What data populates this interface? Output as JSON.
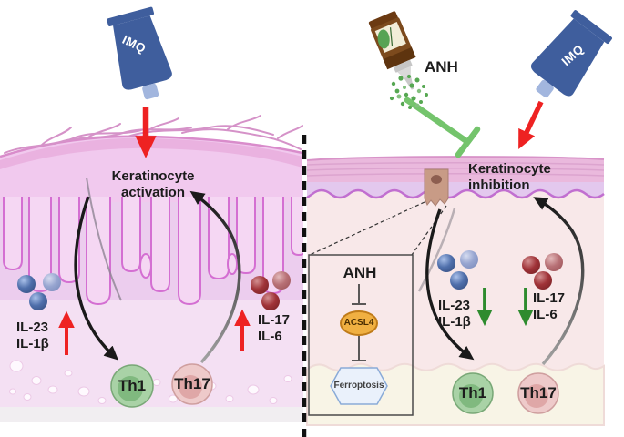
{
  "figure": {
    "left_panel": {
      "tube_label": "IMQ",
      "headline_line1": "Keratinocyte",
      "headline_line2": "activation",
      "cytokines_a_line1": "IL-23",
      "cytokines_a_line2": "IL-1β",
      "cytokines_b_line1": "IL-17",
      "cytokines_b_line2": "IL-6",
      "cell_a": "Th1",
      "cell_b": "Th17"
    },
    "right_panel": {
      "dropper_label": "ANH",
      "tube_label": "IMQ",
      "headline_line1": "Keratinocyte",
      "headline_line2": "inhibition",
      "cytokines_a_line1": "IL-23",
      "cytokines_a_line2": "IL-1β",
      "cytokines_b_line1": "IL-17",
      "cytokines_b_line2": "IL-6",
      "cell_a": "Th1",
      "cell_b": "Th17",
      "inset": {
        "title": "ANH",
        "node1": "ACSL4",
        "node2": "Ferroptosis"
      }
    },
    "colors": {
      "imq_tube_blue": "#3f5e9d",
      "stimulus_red": "#ee2222",
      "inhibition_green": "#74c46c",
      "downregulation_green": "#2e8b2e",
      "acsl4_fill": "#f0b042",
      "ferroptosis_fill": "#eaf1fb",
      "th1_fill": "#a9d2a6",
      "th17_fill": "#eecaca"
    }
  }
}
